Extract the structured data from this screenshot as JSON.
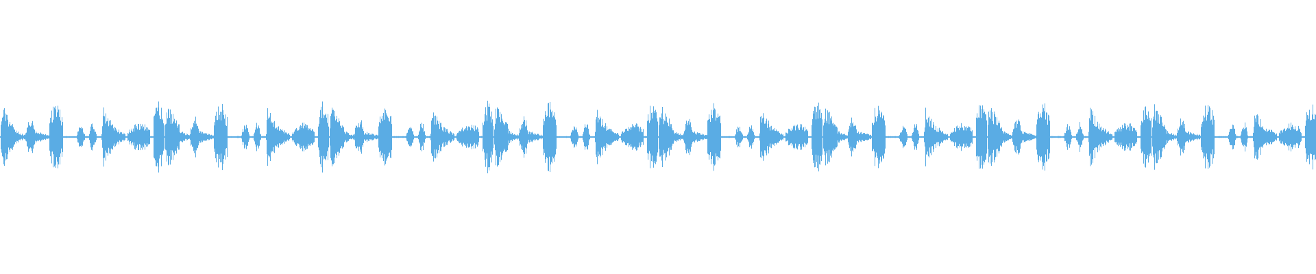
{
  "waveform": {
    "color": "#5aace4",
    "background": "#ffffff",
    "pattern_repeats": 8,
    "segments": [
      {
        "start": 0.0,
        "end": 0.018,
        "peak": 0.9,
        "shape": "decay"
      },
      {
        "start": 0.018,
        "end": 0.03,
        "peak": 0.18,
        "shape": "tail"
      },
      {
        "start": 0.03,
        "end": 0.043,
        "peak": 0.55,
        "shape": "bump"
      },
      {
        "start": 0.043,
        "end": 0.06,
        "peak": 0.16,
        "shape": "tail"
      },
      {
        "start": 0.06,
        "end": 0.076,
        "peak": 0.92,
        "shape": "swell"
      },
      {
        "start": 0.093,
        "end": 0.103,
        "peak": 0.34,
        "shape": "bump"
      },
      {
        "start": 0.108,
        "end": 0.117,
        "peak": 0.4,
        "shape": "bump"
      },
      {
        "start": 0.123,
        "end": 0.138,
        "peak": 0.82,
        "shape": "decay"
      },
      {
        "start": 0.138,
        "end": 0.152,
        "peak": 0.3,
        "shape": "tail"
      },
      {
        "start": 0.155,
        "end": 0.182,
        "peak": 0.38,
        "shape": "ramp"
      },
      {
        "start": 0.186,
        "end": 0.2,
        "peak": 0.95,
        "shape": "swell"
      }
    ],
    "baseline_amplitude": 0.025
  }
}
